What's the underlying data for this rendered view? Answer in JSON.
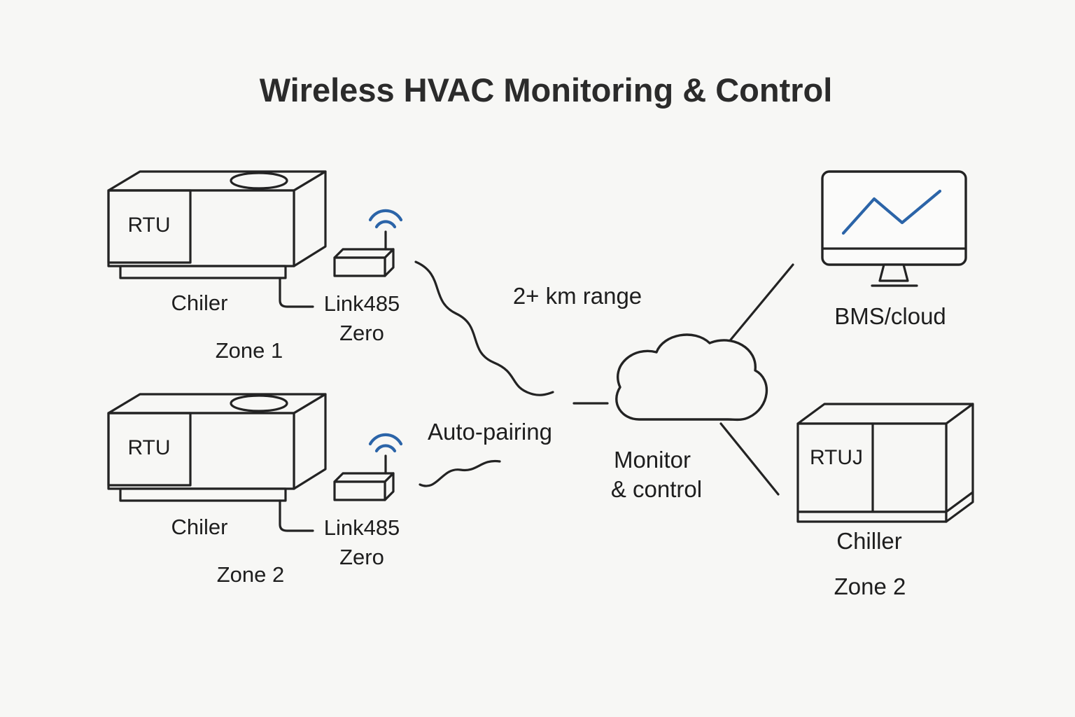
{
  "title": "Wireless HVAC Monitoring & Control",
  "zone1": {
    "rtu_label": "RTU",
    "unit_caption": "Chiler",
    "zone_label": "Zone 1",
    "adapter": {
      "line1": "Link485",
      "line2": "Zero"
    }
  },
  "zone2": {
    "rtu_label": "RTU",
    "unit_caption": "Chiler",
    "zone_label": "Zone 2",
    "adapter": {
      "line1": "Link485",
      "line2": "Zero"
    }
  },
  "connections": {
    "range_label": "2+ km range",
    "pairing_label": "Auto-pairing"
  },
  "cloud": {
    "caption_line1": "Monitor",
    "caption_line2": "& control"
  },
  "bms": {
    "label": "BMS/cloud"
  },
  "remote": {
    "rtu_label": "RTUJ",
    "unit_caption": "Chiller",
    "zone_label": "Zone 2"
  },
  "colors": {
    "background": "#f7f7f5",
    "stroke": "#232323",
    "accent_blue": "#2b64a8",
    "text": "#1e1e1e"
  }
}
